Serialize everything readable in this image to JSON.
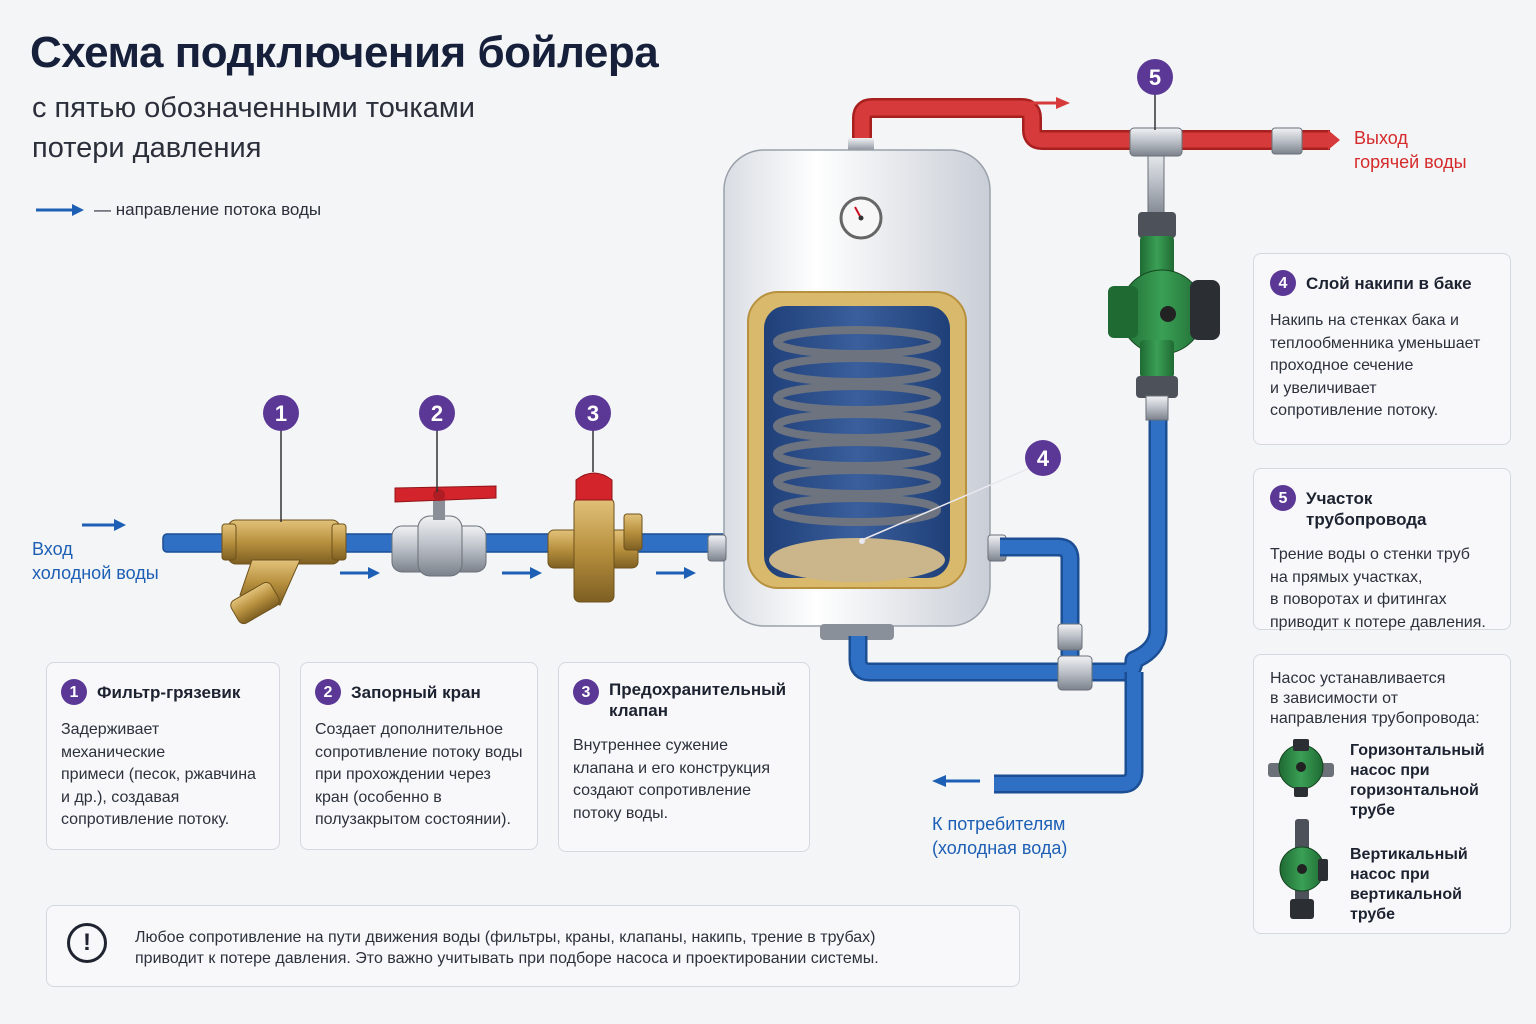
{
  "header": {
    "title": "Схема подключения бойлера",
    "subtitle_line1": "с пятью обозначенными точками",
    "subtitle_line2": "потери давления"
  },
  "legend": {
    "text": "— направление потока воды"
  },
  "labels": {
    "cold_in_line1": "Вход",
    "cold_in_line2": "холодной воды",
    "hot_out_line1": "Выход",
    "hot_out_line2": "горячей воды",
    "consumers_line1": "К потребителям",
    "consumers_line2": "(холодная вода)"
  },
  "markers": [
    "1",
    "2",
    "3",
    "4",
    "5"
  ],
  "cards": [
    {
      "num": "1",
      "title": "Фильтр-грязевик",
      "body": [
        "Задерживает механические",
        "примеси (песок, ржавчина",
        "и др.), создавая",
        "сопротивление потоку."
      ]
    },
    {
      "num": "2",
      "title": "Запорный кран",
      "body": [
        "Создает дополнительное",
        "сопротивление потоку воды",
        "при прохождении через",
        "кран (особенно в",
        "полузакрытом состоянии)."
      ]
    },
    {
      "num": "3",
      "title_line1": "Предохранительный",
      "title_line2": "клапан",
      "body": [
        "Внутреннее сужение",
        "клапана и его конструкция",
        "создают сопротивление",
        "потоку воды."
      ]
    },
    {
      "num": "4",
      "title": "Слой накипи в баке",
      "body": [
        "Накипь на стенках бака и",
        "теплообменника уменьшает",
        "проходное сечение",
        "и увеличивает",
        "сопротивление потоку."
      ]
    },
    {
      "num": "5",
      "title": "Участок трубопровода",
      "body": [
        "Трение воды о стенки труб",
        "на прямых участках,",
        "в поворотах и фитингах",
        "приводит к потере давления."
      ]
    }
  ],
  "pump_info": {
    "intro": [
      "Насос устанавливается",
      "в зависимости от",
      "направления трубопровода:"
    ],
    "horizontal": [
      "Горизонтальный",
      "насос при",
      "горизонтальной",
      "трубе"
    ],
    "vertical": [
      "Вертикальный",
      "насос при",
      "вертикальной",
      "трубе"
    ]
  },
  "note": {
    "icon": "exclamation-icon",
    "line1": "Любое сопротивление на пути движения воды (фильтры, краны, клапаны, накипь, трение в трубах)",
    "line2": "приводит к потере давления. Это важно учитывать при подборе насоса и проектировании системы."
  },
  "colors": {
    "cold_pipe": "#2f6fc4",
    "hot_pipe": "#d63a3a",
    "badge": "#5b3796",
    "brass": "#b8913f",
    "pump_green": "#2f8a45",
    "flow_arrow": "#1d5fb4"
  }
}
